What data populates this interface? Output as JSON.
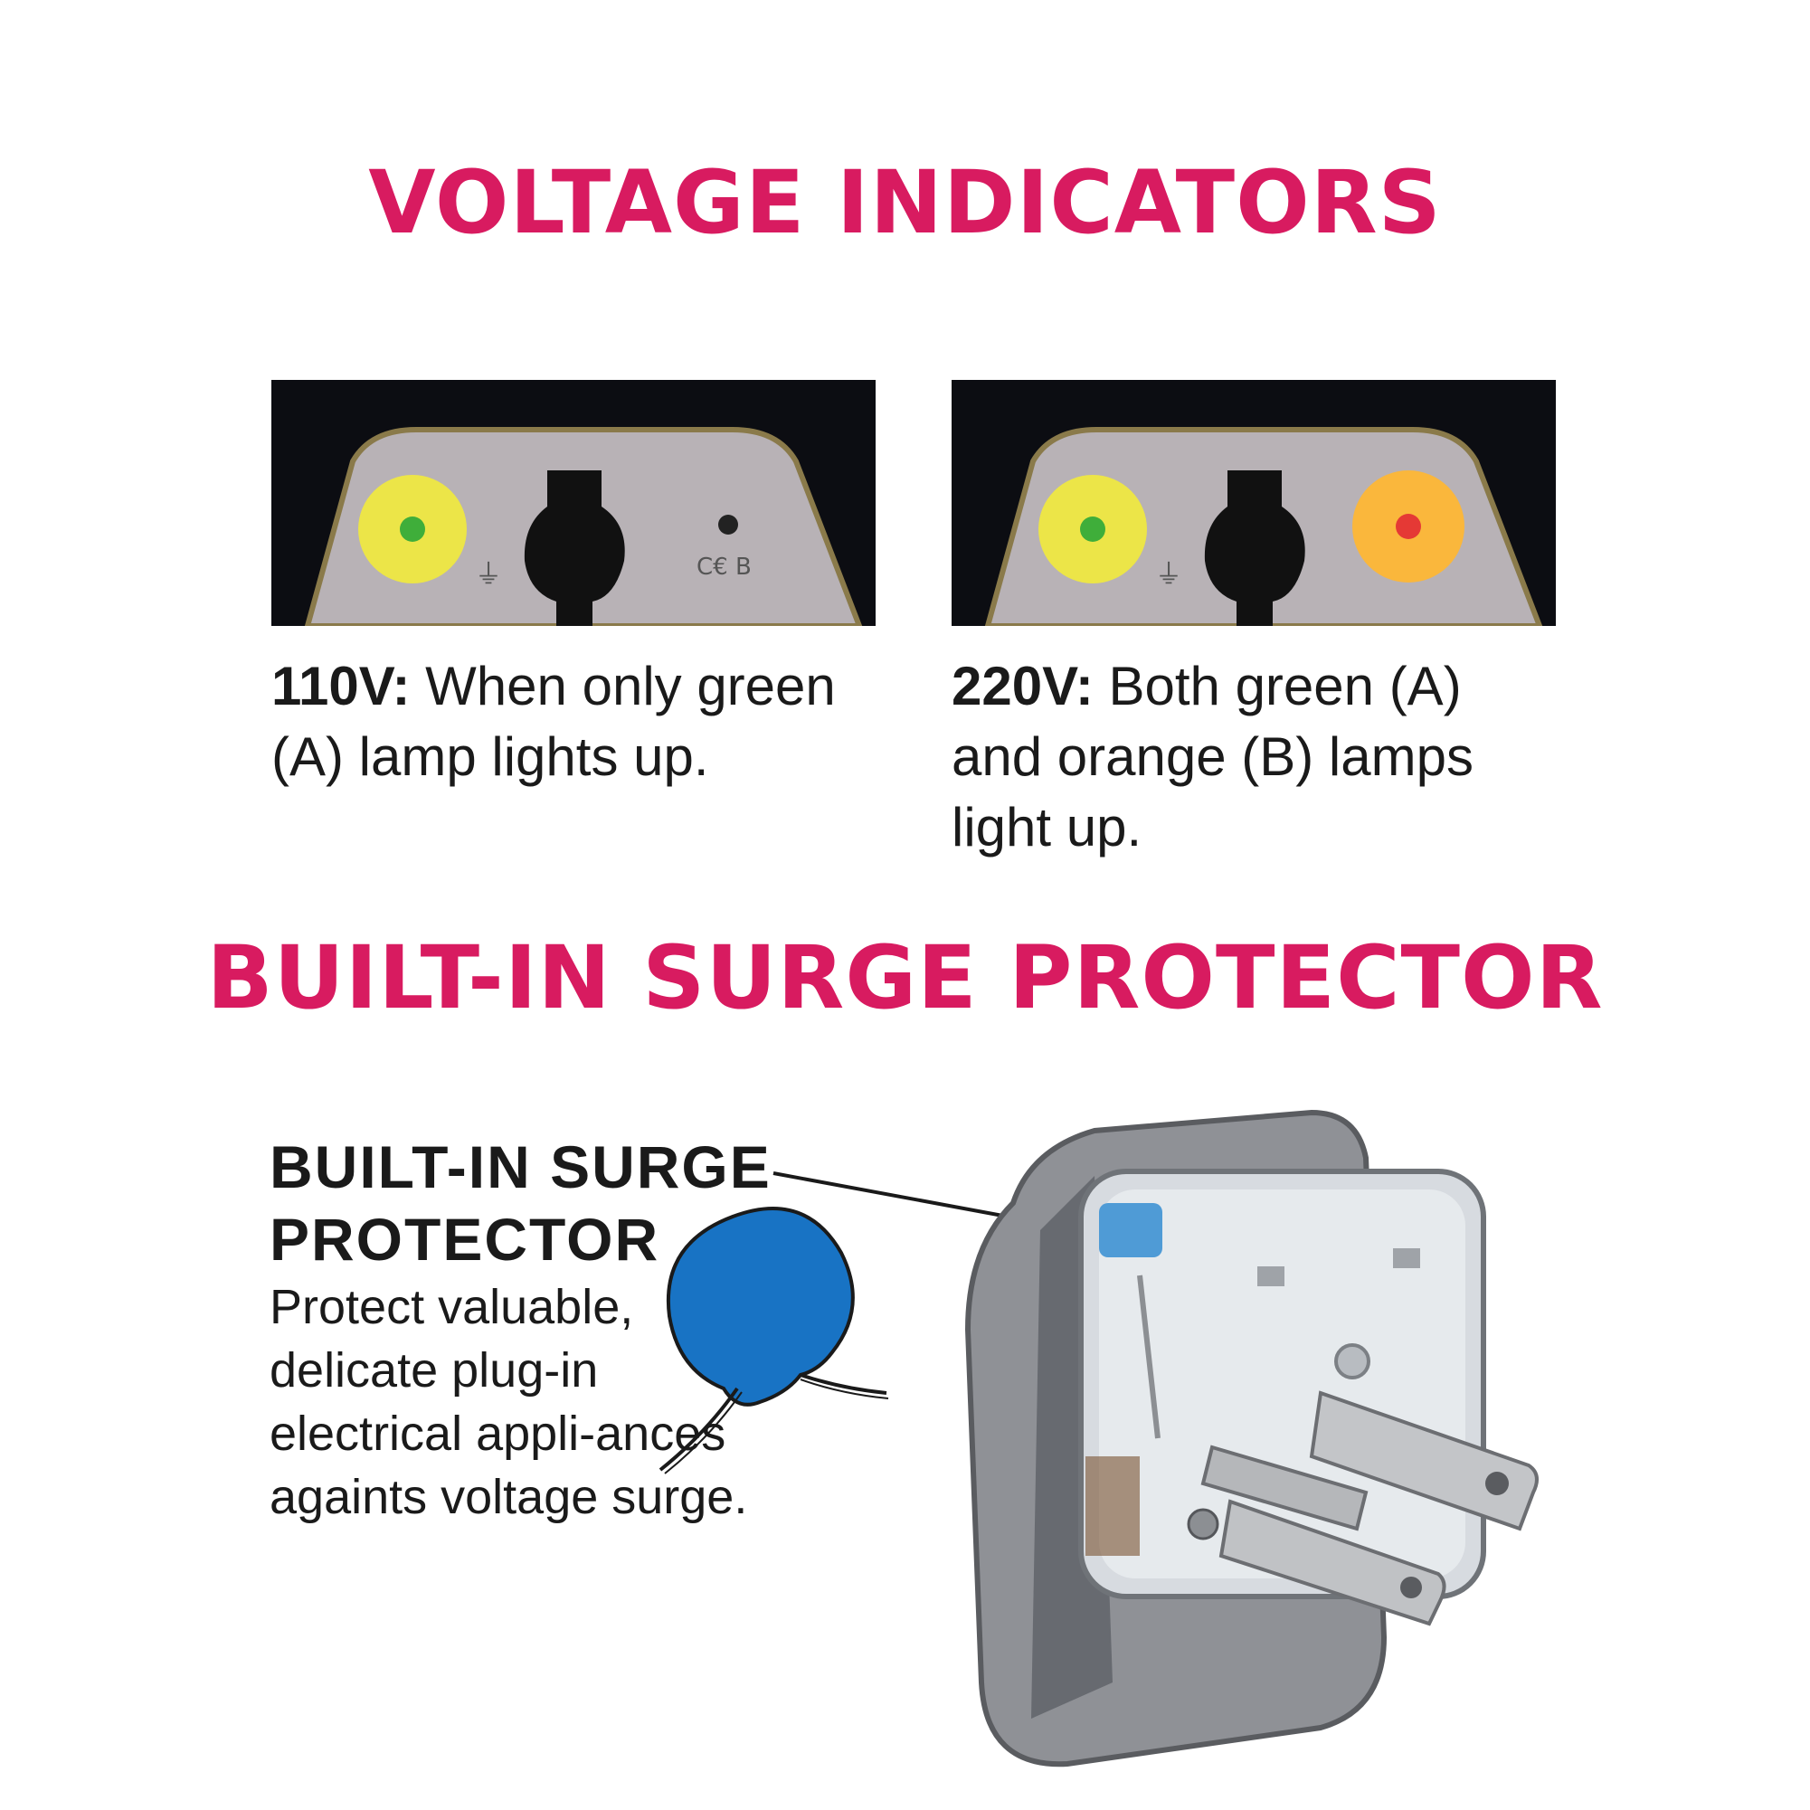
{
  "voltage": {
    "heading": "VOLTAGE INDICATORS",
    "left": {
      "label": "110V:",
      "text": " When only green (A) lamp lights up."
    },
    "right": {
      "label": "220V:",
      "text": " Both green (A) and orange (B) lamps light up."
    }
  },
  "surge": {
    "heading": "BUILT-IN SURGE PROTECTOR",
    "title_line1": "BUILT-IN SURGE",
    "title_line2": "PROTECTOR",
    "description": "Protect valuable, delicate plug-in electrical appli-ances againts voltage surge."
  },
  "colors": {
    "heading": "#d81b60",
    "lamp_green": "#4caf50",
    "lamp_yellow": "#f5e642",
    "lamp_orange": "#ff9800",
    "varistor_blue": "#1565c0"
  }
}
